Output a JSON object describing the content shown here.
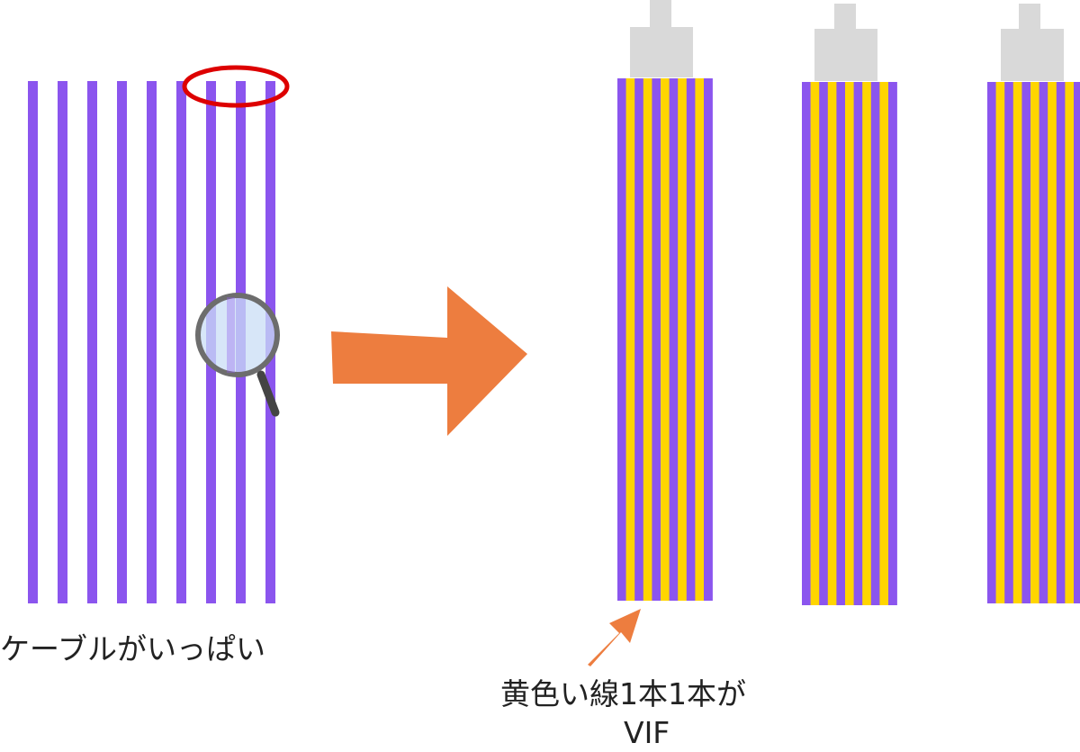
{
  "labels": {
    "many_cables": "ケーブルがいっぱい",
    "yellow_line_each": "黄色い線1本1本が",
    "vif": "VIF"
  },
  "colors": {
    "purple": "#8b55ee",
    "yellow": "#ffd500",
    "gray_connector": "#d9d9d9",
    "orange_arrow": "#ed7d3f",
    "red_ellipse": "#dd0000",
    "lens_blue": "#c9ddf5",
    "lens_rim": "#6d6d6d"
  },
  "icons": {
    "magnifier": "magnifier-icon",
    "big_arrow": "right-arrow-icon",
    "small_arrow": "up-right-arrow-icon"
  }
}
